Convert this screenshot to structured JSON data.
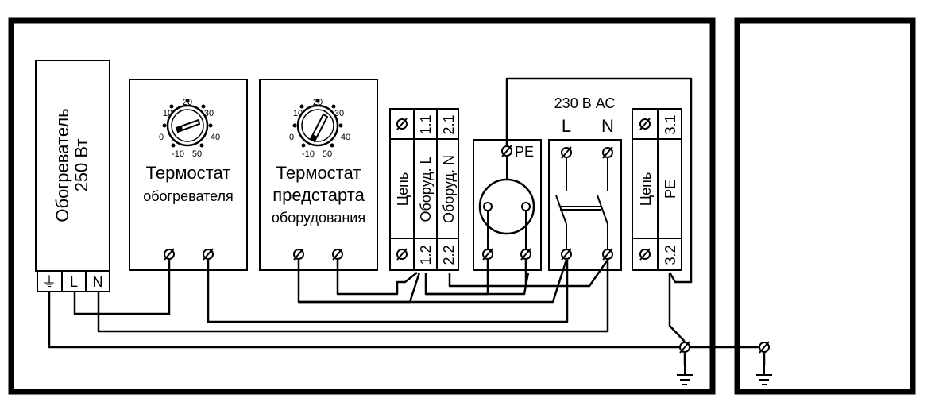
{
  "heater": {
    "title_line1": "Обогреватель",
    "title_line2": "250 Вт",
    "terminals": [
      "⏚",
      "L",
      "N"
    ]
  },
  "thermostat_heater": {
    "name_line1": "Термостат",
    "name_line2": "обогревателя",
    "dial_labels": [
      "20",
      "10",
      "30",
      "0",
      "40",
      "-10",
      "50"
    ]
  },
  "thermostat_prestart": {
    "name_line1": "Термостат",
    "name_line2": "предстарта",
    "name_line3": "оборудования",
    "dial_labels": [
      "20",
      "10",
      "30",
      "0",
      "40",
      "-10",
      "50"
    ]
  },
  "terminal_block_1": {
    "side_label": "Цепь",
    "col1_label": "Оборуд. L",
    "col2_label": "Оборуд. N",
    "top_numbers": [
      "1.1",
      "2.1"
    ],
    "bottom_numbers": [
      "1.2",
      "2.2"
    ]
  },
  "socket": {
    "pe_label": "PE"
  },
  "power_input": {
    "label": "230 В АС",
    "l_label": "L",
    "n_label": "N"
  },
  "terminal_block_2": {
    "side_label": "Цепь",
    "col_label": "PE",
    "top_number": "3.1",
    "bottom_number": "3.2"
  },
  "icons": [
    "screw-terminal-icon",
    "ground-icon",
    "switch-icon",
    "socket-icon"
  ]
}
